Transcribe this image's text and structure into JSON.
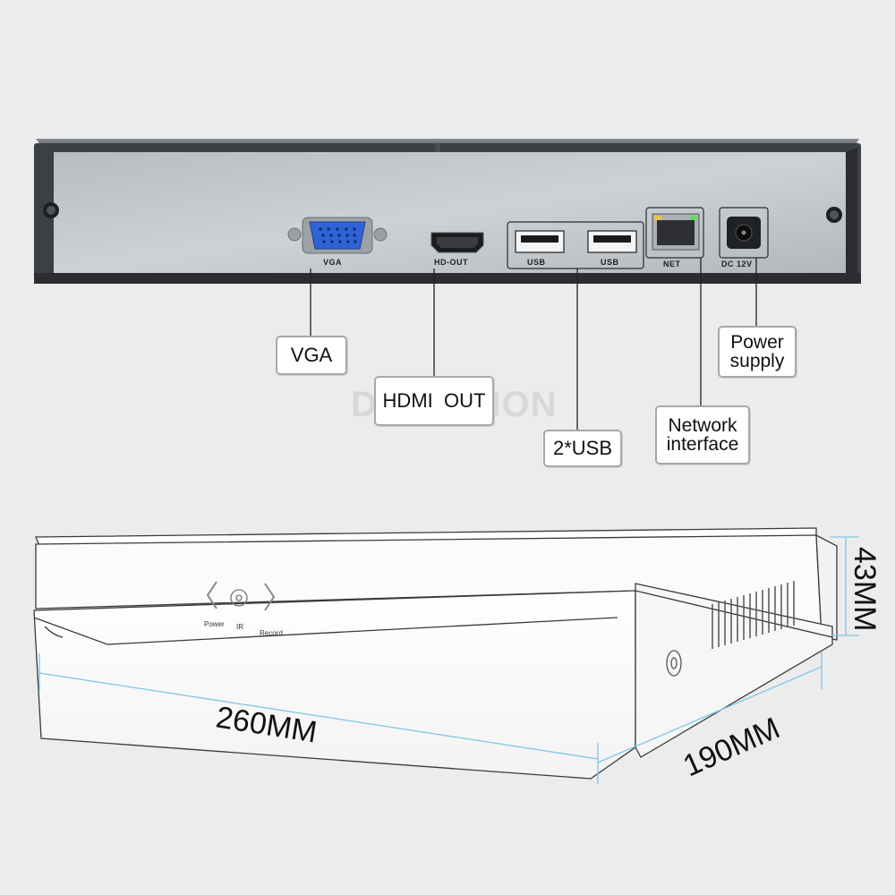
{
  "watermark": "DOAVISION",
  "back_panel": {
    "ports": {
      "vga": "VGA",
      "hdmi": "HD-OUT",
      "usb1": "USB",
      "usb2": "USB",
      "net": "NET",
      "dc": "DC 12V"
    }
  },
  "callouts": {
    "vga": "VGA",
    "hdmi": "HDMI  OUT",
    "usb": "2*USB",
    "network_line1": "Network",
    "network_line2": "interface",
    "power_line1": "Power",
    "power_line2": "supply"
  },
  "front_panel": {
    "power": "Power",
    "ir": "IR",
    "record": "Record"
  },
  "dimensions": {
    "width": "260MM",
    "depth": "190MM",
    "height": "43MM"
  },
  "colors": {
    "callout_line": "#222222",
    "dimension_line": "#7fc6e6",
    "vga_blue": "#2f63d6"
  }
}
